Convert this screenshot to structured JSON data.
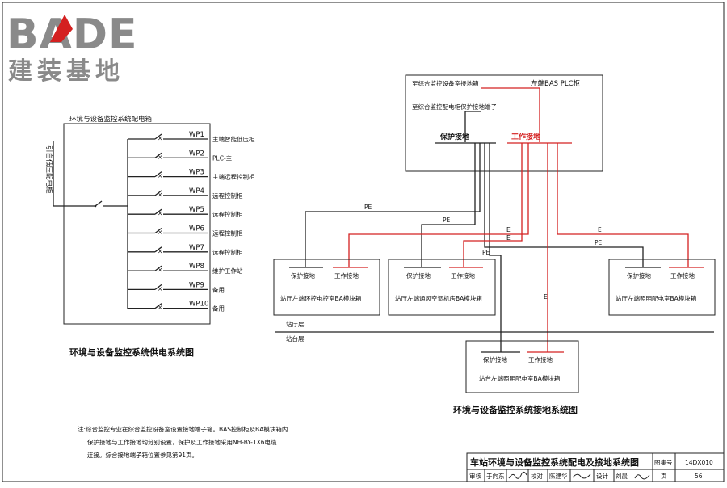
{
  "logo": {
    "brand": "BADE",
    "subtitle": "建装基地"
  },
  "power_diagram": {
    "panel_label": "环境与设备监控系统配电箱",
    "incoming_label": "引自低压配电柜",
    "circuits": [
      {
        "id": "WP1",
        "load": "主端智能低压柜"
      },
      {
        "id": "WP2",
        "load": "PLC-主"
      },
      {
        "id": "WP3",
        "load": "主端远程控制柜"
      },
      {
        "id": "WP4",
        "load": "远程控制柜"
      },
      {
        "id": "WP5",
        "load": "远程控制柜"
      },
      {
        "id": "WP6",
        "load": "远程控制柜"
      },
      {
        "id": "WP7",
        "load": "远程控制柜"
      },
      {
        "id": "WP8",
        "load": "维护工作站"
      },
      {
        "id": "WP9",
        "load": "备用"
      },
      {
        "id": "WP10",
        "load": "备用"
      }
    ],
    "caption": "环境与设备监控系统供电系统图"
  },
  "ground_diagram": {
    "plc_box_title": "左端BAS PLC柜",
    "plc_to_station_label": "至综合监控设备室接地箱",
    "plc_to_terminal_label": "至综合监控配电柜保护接地端子",
    "protect_ground": "保护接地",
    "work_ground": "工作接地",
    "pe": "PE",
    "e": "E",
    "modules": [
      {
        "name": "站厅左端环控电控室BA模块箱"
      },
      {
        "name": "站厅左端通风空调机房BA模块箱"
      },
      {
        "name": "站厅左端照明配电室BA模块箱"
      },
      {
        "name": "站台左端照明配电室BA模块箱"
      }
    ],
    "floor_hall": "站厅层",
    "floor_platform": "站台层",
    "caption": "环境与设备监控系统接地系统图"
  },
  "note": {
    "line1": "注:综合监控专业在综合监控设备室设置接地端子箱。BAS控制柜及BA模块箱内",
    "line2": "保护接地与工作接地均分别设置，保护及工作接地采用NH-BY-1X6电缆",
    "line3": "连接。综合接地端子箱位置参见第91页。"
  },
  "title_block": {
    "title": "车站环境与设备监控系统配电及接地系统图",
    "atlas_label": "图集号",
    "atlas_no": "14DX010",
    "page_label": "页",
    "page_no": "56",
    "review_label": "审核",
    "reviewer": "于向东",
    "check_label": "校对",
    "checker": "陈建华",
    "design_label": "设计",
    "designer": "刘晨"
  },
  "colors": {
    "line": "#222222",
    "work_ground": "#d42020",
    "logo_gray": "#8a8a8a",
    "logo_red": "#d42020"
  }
}
